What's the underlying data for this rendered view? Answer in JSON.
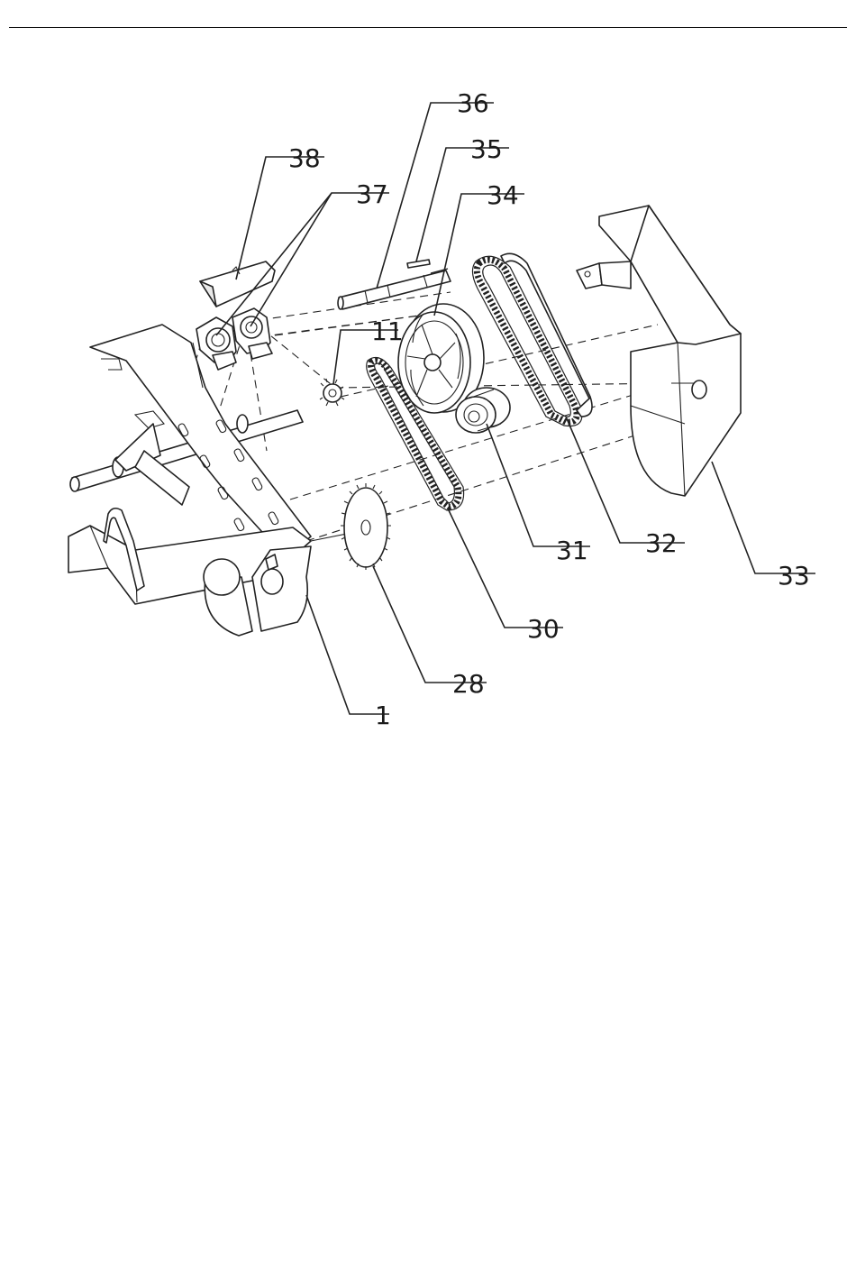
{
  "callouts": [
    {
      "id": "c36",
      "text": "36"
    },
    {
      "id": "c35",
      "text": "35"
    },
    {
      "id": "c38",
      "text": "38"
    },
    {
      "id": "c37",
      "text": "37"
    },
    {
      "id": "c34",
      "text": "34"
    },
    {
      "id": "c11",
      "text": "11"
    },
    {
      "id": "c31",
      "text": "31"
    },
    {
      "id": "c32",
      "text": "32"
    },
    {
      "id": "c33",
      "text": "33"
    },
    {
      "id": "c30",
      "text": "30"
    },
    {
      "id": "c28",
      "text": "28"
    },
    {
      "id": "c1",
      "text": "1"
    }
  ]
}
